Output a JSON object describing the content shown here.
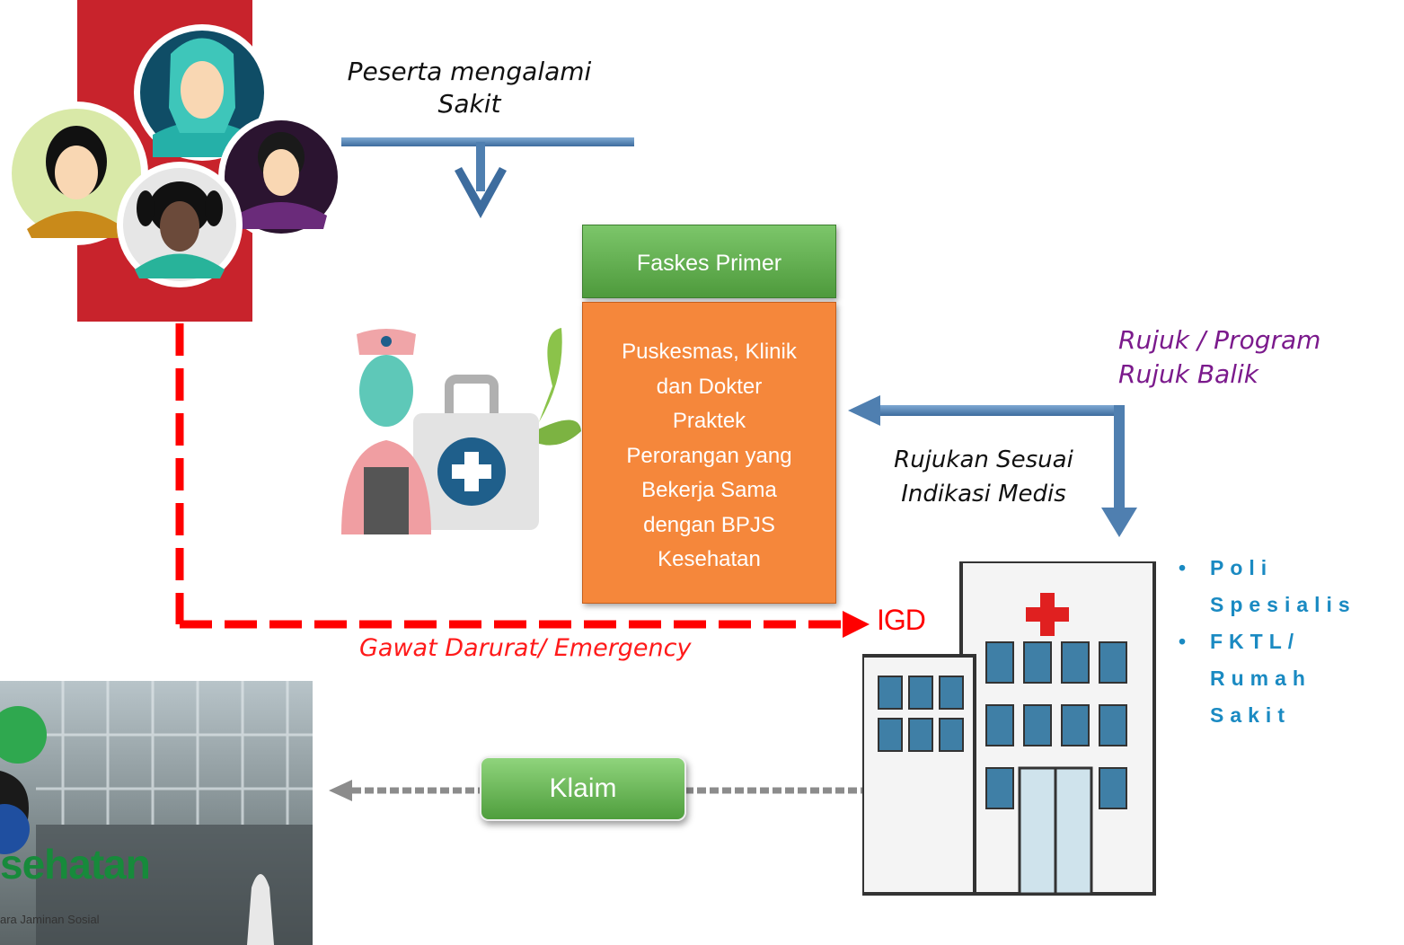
{
  "labels": {
    "sick": "Peserta mengalami\nSakit",
    "rujuk_program": "Rujuk / Program\nRujuk Balik",
    "rujukan": "Rujukan Sesuai\nIndikasi Medis",
    "emergency": "Gawat Darurat/ Emergency",
    "igd": "IGD",
    "klaim": "Klaim"
  },
  "faskes": {
    "title": "Faskes Primer",
    "body": "Puskesmas, Klinik\ndan Dokter\nPraktek\nPerorangan yang\nBekerja Sama\ndengan BPJS\nKesehatan"
  },
  "specialist_list": [
    "Poli Spesialis",
    "FKTL/ Rumah Sakit"
  ],
  "bpjs": {
    "name_fragment": "sehatan",
    "tagline_fragment": "ara Jaminan Sosial"
  },
  "colors": {
    "red_panel": "#c8232c",
    "blue_arrow": "#4f7fb0",
    "emergency_red": "#ff0000",
    "program_purple": "#7b1a8c",
    "faskes_green": "#5aaa48",
    "faskes_orange": "#f5873b",
    "list_blue": "#1a8ac2"
  }
}
